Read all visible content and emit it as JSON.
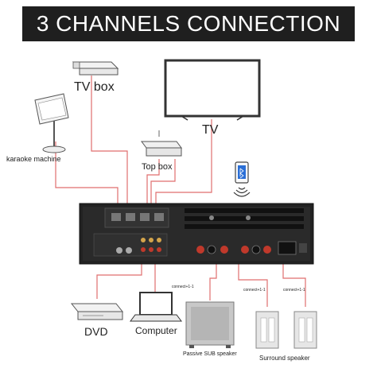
{
  "banner": {
    "title": "3 CHANNELS CONNECTION"
  },
  "devices": {
    "tv_box": "TV box",
    "tv": "TV",
    "karaoke": "karaoke machine",
    "top_box": "Top box",
    "dvd": "DVD",
    "computer": "Computer",
    "sub": "Passive SUB speaker",
    "surround": "Surround speaker"
  },
  "wire_labels": {
    "w1": "connect+1-1",
    "w2": "connect+1-1",
    "w3": "connect+1-1"
  },
  "colors": {
    "banner": "#1f1f1f",
    "wire": "#e06e6e",
    "amp": "#222222"
  },
  "icons": [
    "bluetooth-phone-icon",
    "wireless-signal-icon"
  ]
}
